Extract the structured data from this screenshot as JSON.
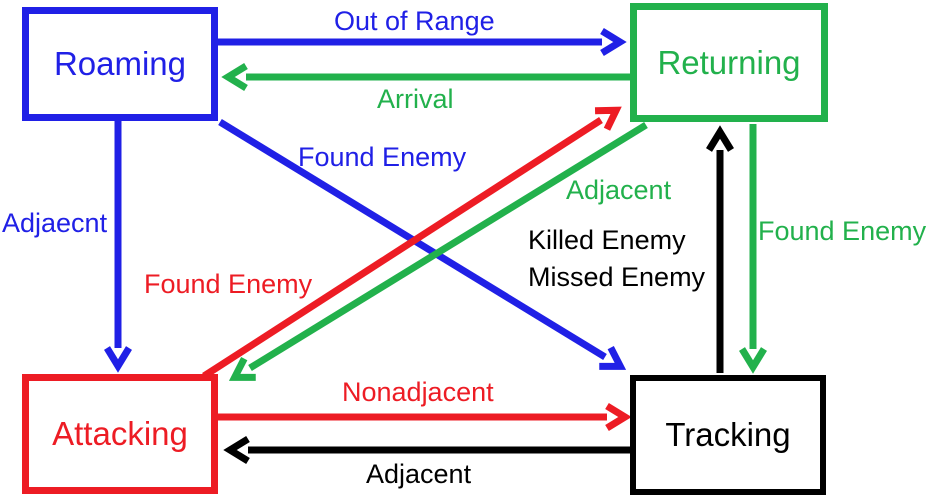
{
  "diagram": {
    "type": "state-machine",
    "colors": {
      "blue": "#2020e6",
      "green": "#22b14c",
      "red": "#ed1c24",
      "black": "#000000",
      "background": "#ffffff"
    }
  },
  "states": {
    "roaming": {
      "label": "Roaming",
      "color": "#2020e6"
    },
    "returning": {
      "label": "Returning",
      "color": "#22b14c"
    },
    "attacking": {
      "label": "Attacking",
      "color": "#ed1c24"
    },
    "tracking": {
      "label": "Tracking",
      "color": "#000000"
    }
  },
  "transitions": {
    "out_of_range": {
      "from": "Roaming",
      "to": "Returning",
      "label": "Out of Range",
      "color": "#2020e6"
    },
    "arrival": {
      "from": "Returning",
      "to": "Roaming",
      "label": "Arrival",
      "color": "#22b14c"
    },
    "adjaecnt": {
      "from": "Roaming",
      "to": "Attacking",
      "label": "Adjaecnt",
      "color": "#2020e6"
    },
    "found_enemy_roaming": {
      "from": "Roaming",
      "to": "Tracking",
      "label": "Found Enemy",
      "color": "#2020e6"
    },
    "found_enemy_attacking": {
      "from": "Attacking",
      "to": "Returning",
      "label": "Found Enemy",
      "color": "#ed1c24"
    },
    "adjacent_returning": {
      "from": "Returning",
      "to": "Attacking",
      "label": "Adjacent",
      "color": "#22b14c"
    },
    "found_enemy_returning": {
      "from": "Returning",
      "to": "Tracking",
      "label": "Found Enemy",
      "color": "#22b14c"
    },
    "killed_missed": {
      "from": "Tracking",
      "to": "Returning",
      "label_lines": [
        "Killed Enemy",
        "Missed Enemy"
      ],
      "color": "#000000"
    },
    "nonadjacent": {
      "from": "Attacking",
      "to": "Tracking",
      "label": "Nonadjacent",
      "color": "#ed1c24"
    },
    "adjacent_tracking": {
      "from": "Tracking",
      "to": "Attacking",
      "label": "Adjacent",
      "color": "#000000"
    }
  }
}
